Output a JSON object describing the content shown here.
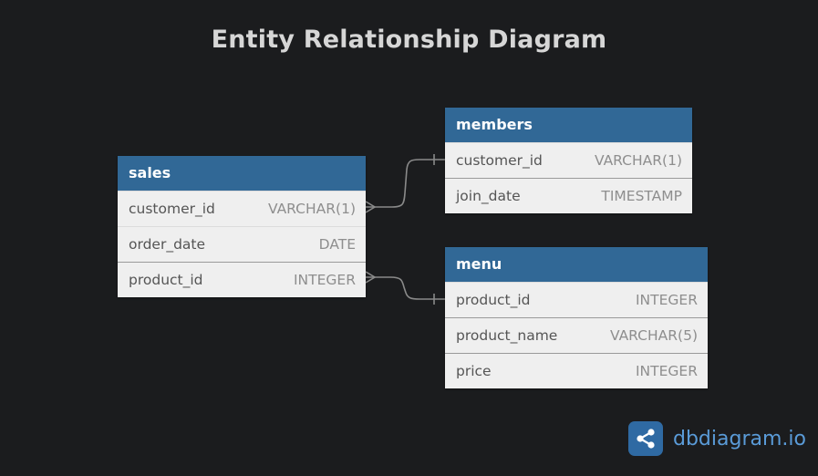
{
  "title": "Entity Relationship Diagram",
  "tables": {
    "sales": {
      "name": "sales",
      "columns": [
        {
          "name": "customer_id",
          "type": "VARCHAR(1)"
        },
        {
          "name": "order_date",
          "type": "DATE"
        },
        {
          "name": "product_id",
          "type": "INTEGER"
        }
      ]
    },
    "members": {
      "name": "members",
      "columns": [
        {
          "name": "customer_id",
          "type": "VARCHAR(1)"
        },
        {
          "name": "join_date",
          "type": "TIMESTAMP"
        }
      ]
    },
    "menu": {
      "name": "menu",
      "columns": [
        {
          "name": "product_id",
          "type": "INTEGER"
        },
        {
          "name": "product_name",
          "type": "VARCHAR(5)"
        },
        {
          "name": "price",
          "type": "INTEGER"
        }
      ]
    }
  },
  "relationships": [
    {
      "from": "sales.customer_id",
      "to": "members.customer_id",
      "type": "many-to-one"
    },
    {
      "from": "sales.product_id",
      "to": "menu.product_id",
      "type": "many-to-one"
    }
  ],
  "colors": {
    "background": "#1b1c1e",
    "header": "#316896",
    "link": "#8a8a8a",
    "brand": "#5a9bd8"
  },
  "brand": {
    "logo_icon": "share-nodes-icon",
    "text": "dbdiagram.io"
  }
}
